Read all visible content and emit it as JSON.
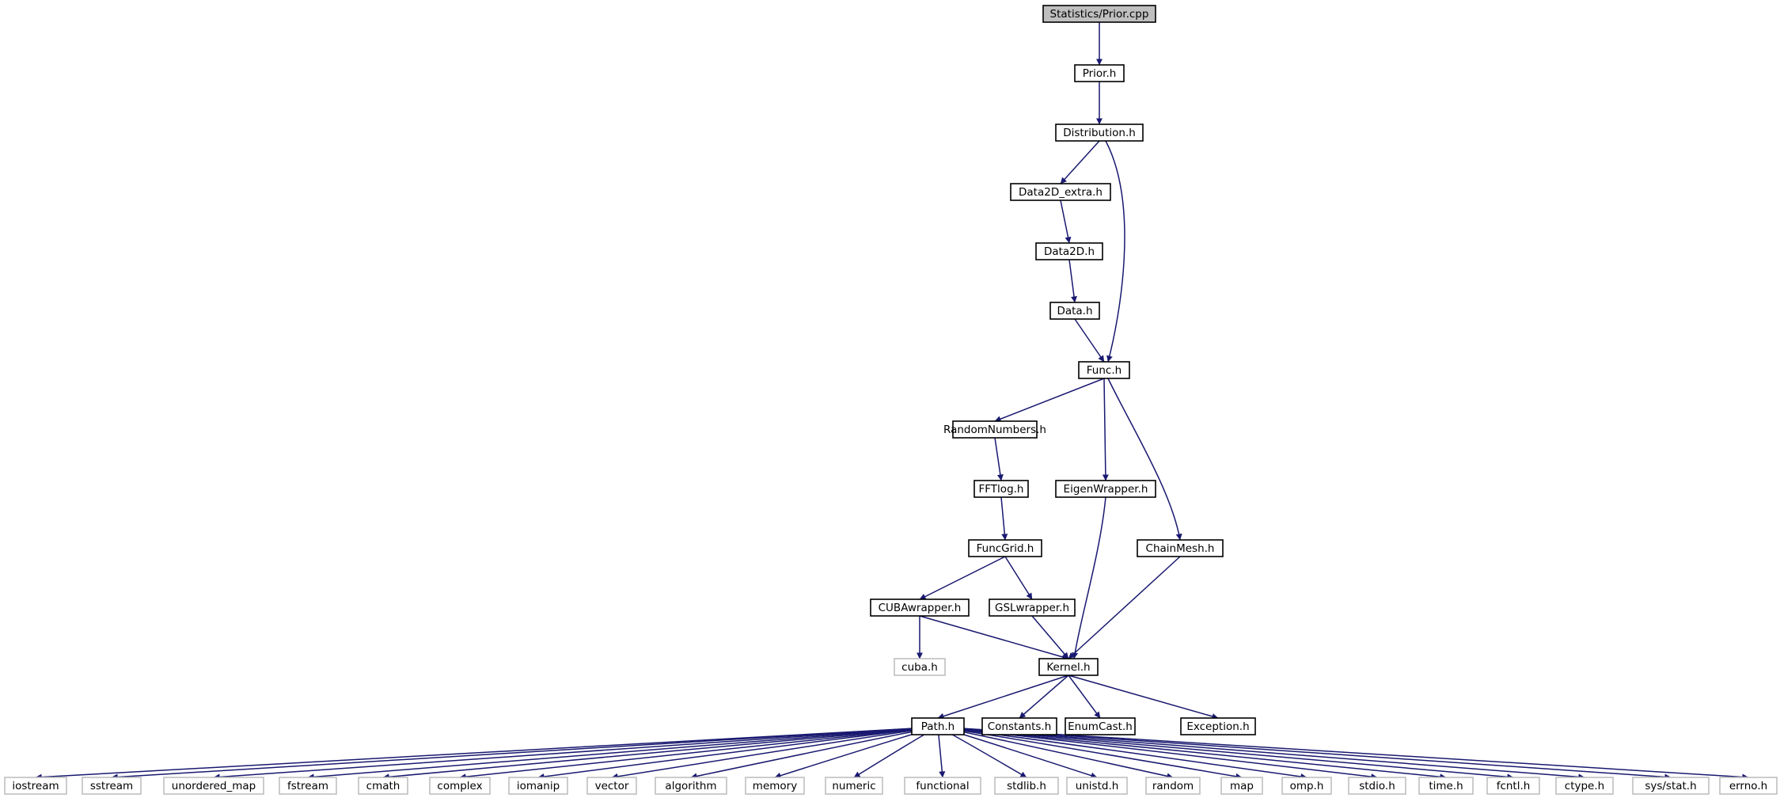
{
  "graph": {
    "root": "Statistics/Prior.cpp",
    "nodes": [
      {
        "id": "prior_cpp",
        "label": "Statistics/Prior.cpp",
        "style": "root"
      },
      {
        "id": "prior_h",
        "label": "Prior.h",
        "style": "internal"
      },
      {
        "id": "distribution_h",
        "label": "Distribution.h",
        "style": "internal"
      },
      {
        "id": "data2d_extra_h",
        "label": "Data2D_extra.h",
        "style": "internal"
      },
      {
        "id": "data2d_h",
        "label": "Data2D.h",
        "style": "internal"
      },
      {
        "id": "data_h",
        "label": "Data.h",
        "style": "internal"
      },
      {
        "id": "func_h",
        "label": "Func.h",
        "style": "internal"
      },
      {
        "id": "randomnumbers_h",
        "label": "RandomNumbers.h",
        "style": "internal"
      },
      {
        "id": "fftlog_h",
        "label": "FFTlog.h",
        "style": "internal"
      },
      {
        "id": "eigenwrapper_h",
        "label": "EigenWrapper.h",
        "style": "internal"
      },
      {
        "id": "funcgrid_h",
        "label": "FuncGrid.h",
        "style": "internal"
      },
      {
        "id": "chainmesh_h",
        "label": "ChainMesh.h",
        "style": "internal"
      },
      {
        "id": "cubawrapper_h",
        "label": "CUBAwrapper.h",
        "style": "internal"
      },
      {
        "id": "gslwrapper_h",
        "label": "GSLwrapper.h",
        "style": "internal"
      },
      {
        "id": "cuba_h",
        "label": "cuba.h",
        "style": "external"
      },
      {
        "id": "kernel_h",
        "label": "Kernel.h",
        "style": "internal"
      },
      {
        "id": "path_h",
        "label": "Path.h",
        "style": "internal"
      },
      {
        "id": "constants_h",
        "label": "Constants.h",
        "style": "internal"
      },
      {
        "id": "enumcast_h",
        "label": "EnumCast.h",
        "style": "internal"
      },
      {
        "id": "exception_h",
        "label": "Exception.h",
        "style": "internal"
      },
      {
        "id": "iostream",
        "label": "iostream",
        "style": "external"
      },
      {
        "id": "sstream",
        "label": "sstream",
        "style": "external"
      },
      {
        "id": "unordered_map",
        "label": "unordered_map",
        "style": "external"
      },
      {
        "id": "fstream",
        "label": "fstream",
        "style": "external"
      },
      {
        "id": "cmath",
        "label": "cmath",
        "style": "external"
      },
      {
        "id": "complex",
        "label": "complex",
        "style": "external"
      },
      {
        "id": "iomanip",
        "label": "iomanip",
        "style": "external"
      },
      {
        "id": "vector",
        "label": "vector",
        "style": "external"
      },
      {
        "id": "algorithm",
        "label": "algorithm",
        "style": "external"
      },
      {
        "id": "memory",
        "label": "memory",
        "style": "external"
      },
      {
        "id": "numeric",
        "label": "numeric",
        "style": "external"
      },
      {
        "id": "functional",
        "label": "functional",
        "style": "external"
      },
      {
        "id": "stdlib_h",
        "label": "stdlib.h",
        "style": "external"
      },
      {
        "id": "unistd_h",
        "label": "unistd.h",
        "style": "external"
      },
      {
        "id": "random",
        "label": "random",
        "style": "external"
      },
      {
        "id": "map",
        "label": "map",
        "style": "external"
      },
      {
        "id": "omp_h",
        "label": "omp.h",
        "style": "external"
      },
      {
        "id": "stdio_h",
        "label": "stdio.h",
        "style": "external"
      },
      {
        "id": "time_h",
        "label": "time.h",
        "style": "external"
      },
      {
        "id": "fcntl_h",
        "label": "fcntl.h",
        "style": "external"
      },
      {
        "id": "ctype_h",
        "label": "ctype.h",
        "style": "external"
      },
      {
        "id": "sys_stat_h",
        "label": "sys/stat.h",
        "style": "external"
      },
      {
        "id": "errno_h",
        "label": "errno.h",
        "style": "external"
      }
    ],
    "edges": [
      [
        "prior_cpp",
        "prior_h"
      ],
      [
        "prior_h",
        "distribution_h"
      ],
      [
        "distribution_h",
        "data2d_extra_h"
      ],
      [
        "distribution_h",
        "func_h"
      ],
      [
        "data2d_extra_h",
        "data2d_h"
      ],
      [
        "data2d_h",
        "data_h"
      ],
      [
        "data_h",
        "func_h"
      ],
      [
        "func_h",
        "randomnumbers_h"
      ],
      [
        "func_h",
        "eigenwrapper_h"
      ],
      [
        "func_h",
        "chainmesh_h"
      ],
      [
        "randomnumbers_h",
        "fftlog_h"
      ],
      [
        "fftlog_h",
        "funcgrid_h"
      ],
      [
        "funcgrid_h",
        "cubawrapper_h"
      ],
      [
        "funcgrid_h",
        "gslwrapper_h"
      ],
      [
        "cubawrapper_h",
        "cuba_h"
      ],
      [
        "cubawrapper_h",
        "kernel_h"
      ],
      [
        "gslwrapper_h",
        "kernel_h"
      ],
      [
        "eigenwrapper_h",
        "kernel_h"
      ],
      [
        "chainmesh_h",
        "kernel_h"
      ],
      [
        "kernel_h",
        "path_h"
      ],
      [
        "kernel_h",
        "constants_h"
      ],
      [
        "kernel_h",
        "enumcast_h"
      ],
      [
        "kernel_h",
        "exception_h"
      ],
      [
        "path_h",
        "iostream"
      ],
      [
        "path_h",
        "sstream"
      ],
      [
        "path_h",
        "unordered_map"
      ],
      [
        "path_h",
        "fstream"
      ],
      [
        "path_h",
        "cmath"
      ],
      [
        "path_h",
        "complex"
      ],
      [
        "path_h",
        "iomanip"
      ],
      [
        "path_h",
        "vector"
      ],
      [
        "path_h",
        "algorithm"
      ],
      [
        "path_h",
        "memory"
      ],
      [
        "path_h",
        "numeric"
      ],
      [
        "path_h",
        "functional"
      ],
      [
        "path_h",
        "stdlib_h"
      ],
      [
        "path_h",
        "unistd_h"
      ],
      [
        "path_h",
        "random"
      ],
      [
        "path_h",
        "map"
      ],
      [
        "path_h",
        "omp_h"
      ],
      [
        "path_h",
        "stdio_h"
      ],
      [
        "path_h",
        "time_h"
      ],
      [
        "path_h",
        "fcntl_h"
      ],
      [
        "path_h",
        "ctype_h"
      ],
      [
        "path_h",
        "sys_stat_h"
      ],
      [
        "path_h",
        "errno_h"
      ]
    ],
    "colors": {
      "edge": "#191970",
      "node_border": "#000000",
      "external_border": "#bfbfbf",
      "root_fill": "#bfbfbf",
      "background": "#ffffff"
    }
  }
}
